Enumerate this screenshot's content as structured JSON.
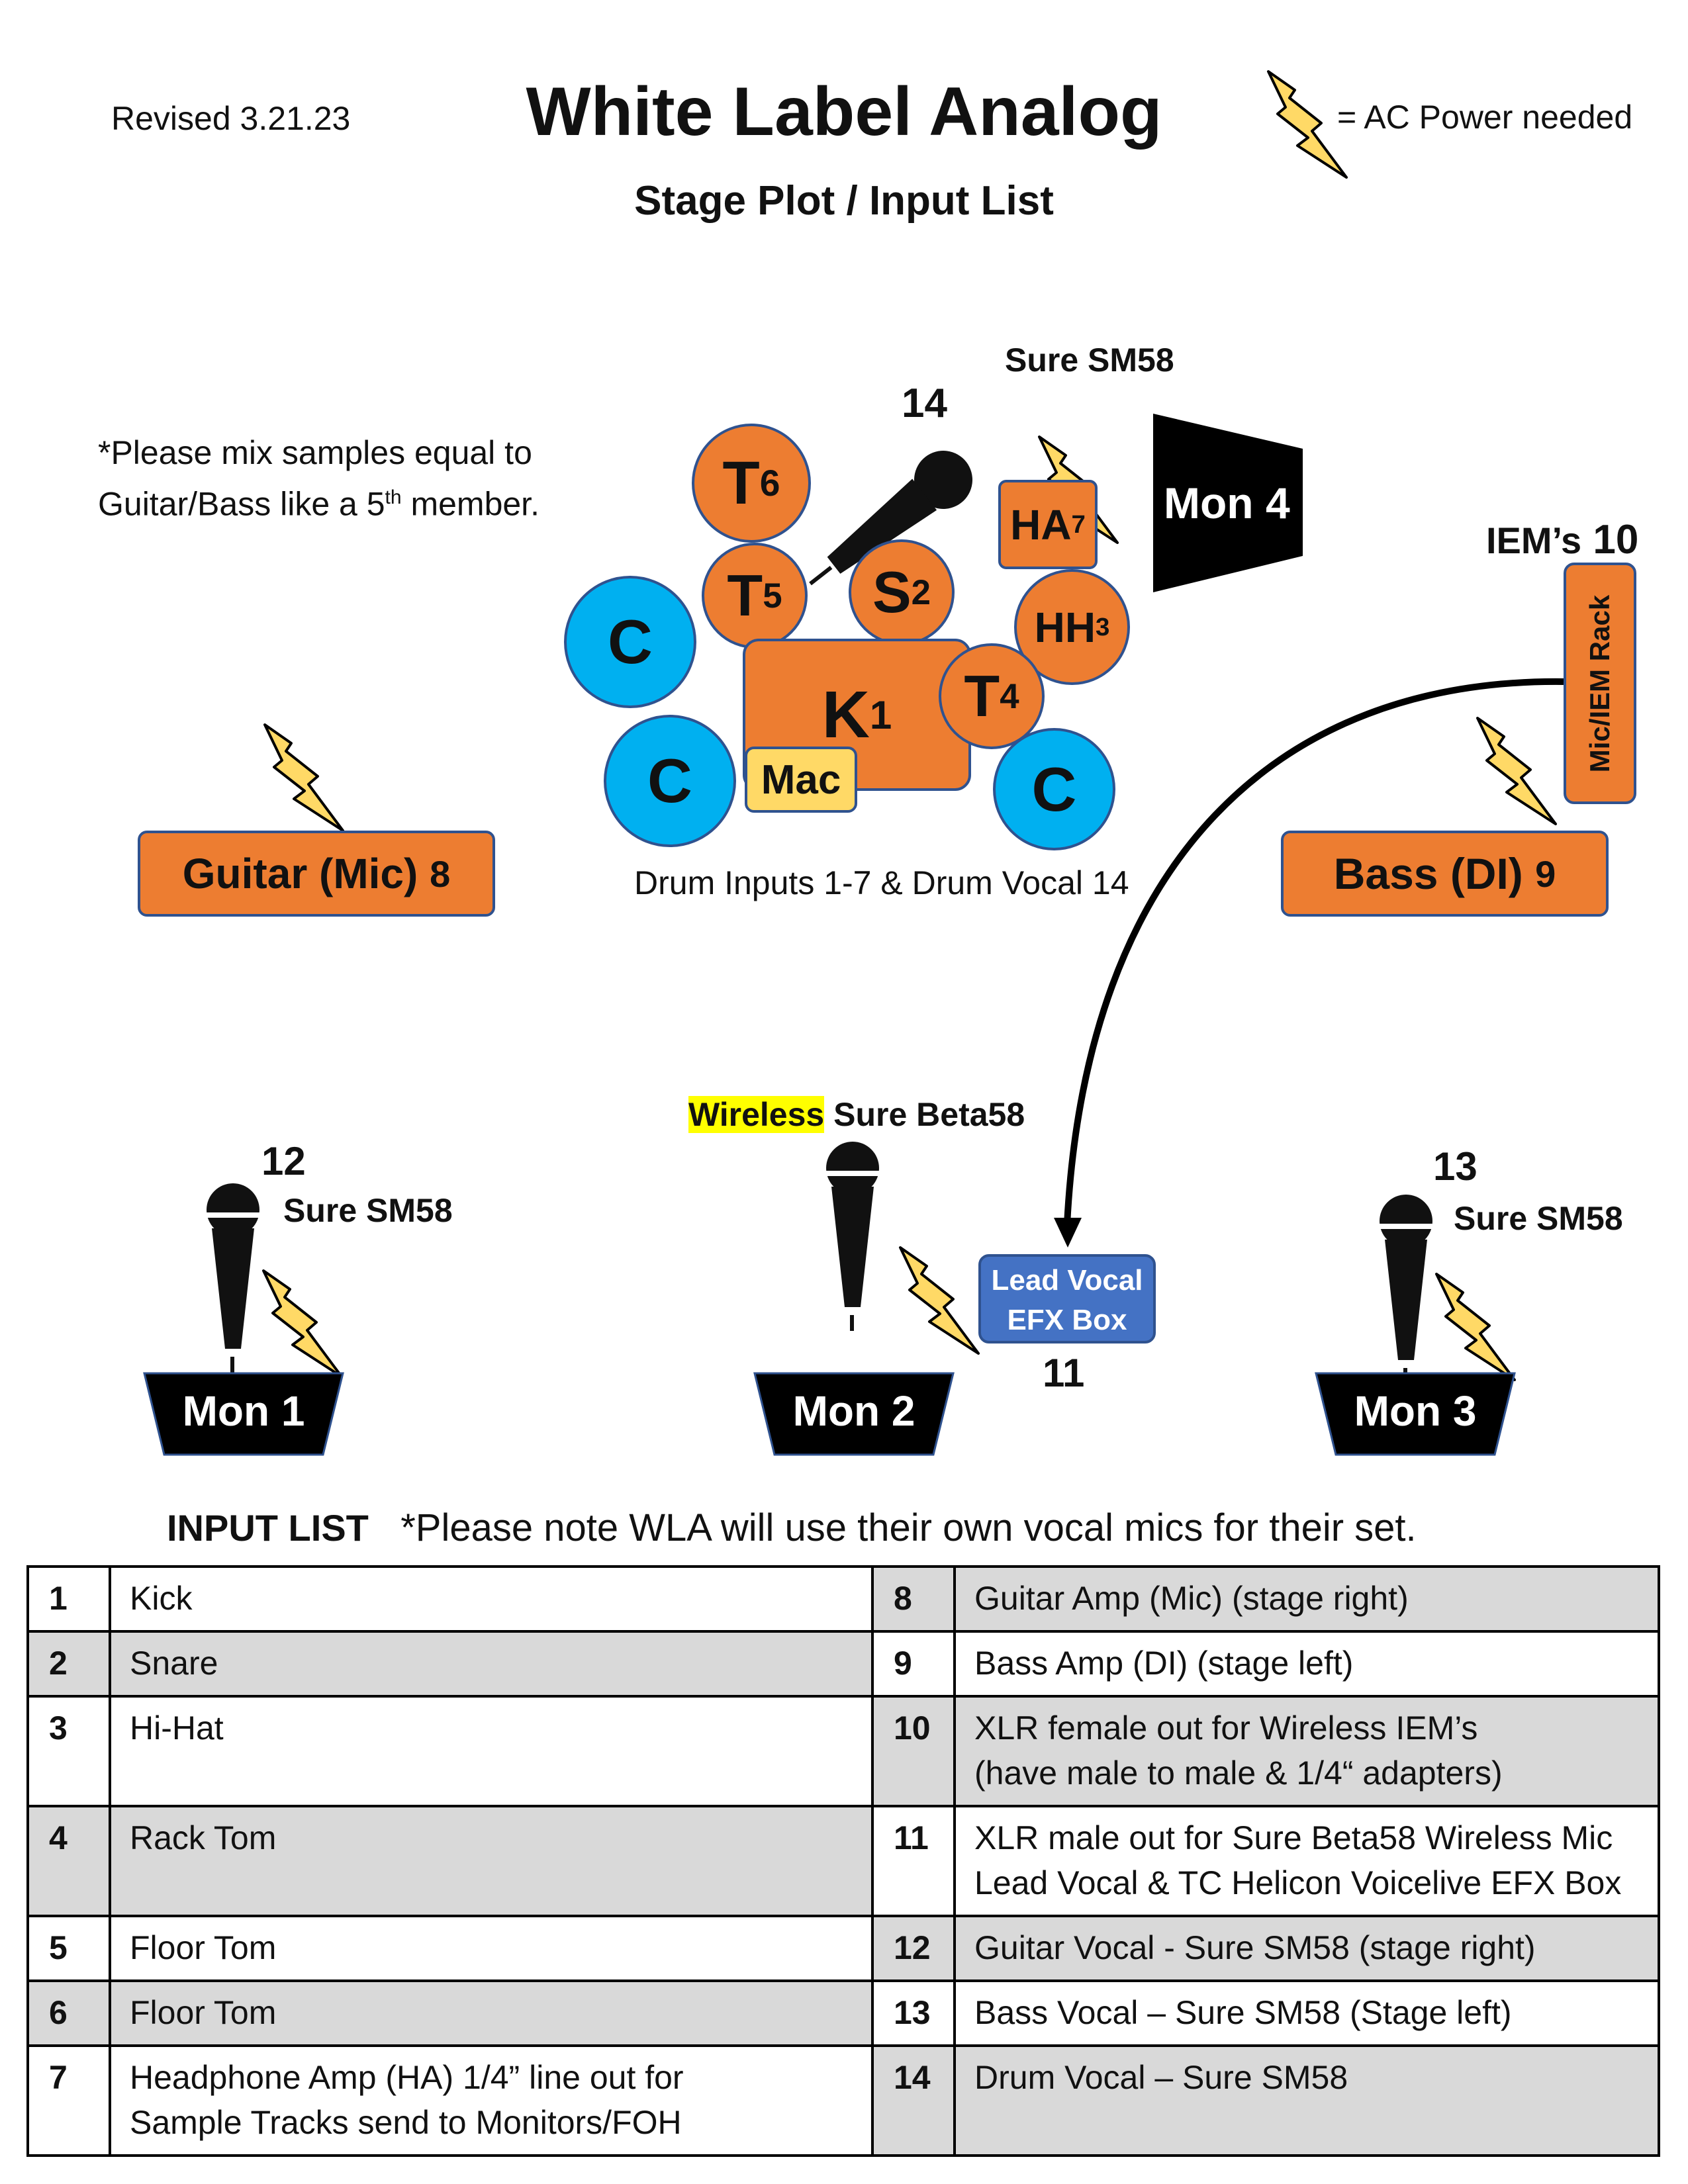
{
  "header": {
    "revised": "Revised 3.21.23",
    "title": "White Label Analog",
    "subtitle": "Stage Plot / Input List",
    "power_legend": "= AC Power needed"
  },
  "notes": {
    "samples_line1": "*Please mix samples equal to",
    "samples_line2_pre": "Guitar/Bass like a 5",
    "samples_line2_sup": "th",
    "samples_line2_post": " member.",
    "drum_inputs": "Drum Inputs 1-7 & Drum Vocal 14"
  },
  "drums": {
    "tom6": {
      "letter": "T",
      "num": "6"
    },
    "tom5": {
      "letter": "T",
      "num": "5"
    },
    "snare": {
      "letter": "S",
      "num": "2"
    },
    "hihat": {
      "letter": "HH",
      "num": "3"
    },
    "tom4": {
      "letter": "T",
      "num": "4"
    },
    "kick": {
      "letter": "K",
      "num": "1"
    },
    "headphone_amp": {
      "letter": "HA",
      "num": "7"
    },
    "cymbal": "C",
    "mac": "Mac",
    "drum_vocal_num": "14",
    "drum_vocal_mic": "Sure SM58"
  },
  "stage": {
    "mon4": "Mon 4",
    "iem_label": "IEM’s",
    "iem_num": "10",
    "iem_rack": "Mic/IEM Rack",
    "guitar_label": "Guitar (Mic)",
    "guitar_num": "8",
    "bass_label": "Bass (DI)",
    "bass_num": "9",
    "lead_wireless": "Wireless",
    "lead_mic": " Sure Beta58",
    "efx_line1": "Lead Vocal",
    "efx_line2": "EFX Box",
    "efx_num": "11",
    "gtr_vocal_num": "12",
    "gtr_vocal_mic": "Sure SM58",
    "bass_vocal_num": "13",
    "bass_vocal_mic": "Sure SM58",
    "mon1": "Mon 1",
    "mon2": "Mon 2",
    "mon3": "Mon 3"
  },
  "input_list": {
    "title": "INPUT LIST",
    "note": "*Please note WLA will use their own vocal mics for their set.",
    "rows": [
      {
        "n1": "1",
        "d1": [
          "Kick"
        ],
        "n2": "8",
        "d2": [
          "Guitar Amp (Mic) (stage right)"
        ]
      },
      {
        "n1": "2",
        "d1": [
          "Snare"
        ],
        "n2": "9",
        "d2": [
          "Bass Amp (DI) (stage left)"
        ]
      },
      {
        "n1": "3",
        "d1": [
          "Hi-Hat"
        ],
        "n2": "10",
        "d2": [
          "XLR female out for Wireless IEM’s",
          "(have male to male & 1/4“ adapters)"
        ]
      },
      {
        "n1": "4",
        "d1": [
          "Rack Tom"
        ],
        "n2": "11",
        "d2": [
          "XLR male out for Sure Beta58 Wireless Mic",
          "Lead Vocal & TC Helicon Voicelive EFX Box"
        ]
      },
      {
        "n1": "5",
        "d1": [
          "Floor Tom"
        ],
        "n2": "12",
        "d2": [
          "Guitar Vocal - Sure SM58 (stage right)"
        ]
      },
      {
        "n1": "6",
        "d1": [
          "Floor Tom"
        ],
        "n2": "13",
        "d2": [
          "Bass Vocal – Sure SM58 (Stage left)"
        ]
      },
      {
        "n1": "7",
        "d1": [
          "Headphone Amp (HA) 1/4” line out for",
          "Sample Tracks send to Monitors/FOH"
        ],
        "n2": "14",
        "d2": [
          "Drum Vocal – Sure SM58"
        ]
      }
    ]
  },
  "colors": {
    "drum_orange": "#ed7d31",
    "cymbal_blue": "#00b0f0",
    "outline_blue": "#2f528f",
    "mac_yellow": "#ffd966",
    "efx_blue": "#4472c4",
    "power_yellow": "#ffd966",
    "highlight_yellow": "#ffff00"
  },
  "icons": [
    "lightning-power-icon",
    "microphone-icon",
    "monitor-wedge-icon",
    "cable-arrow-icon"
  ]
}
